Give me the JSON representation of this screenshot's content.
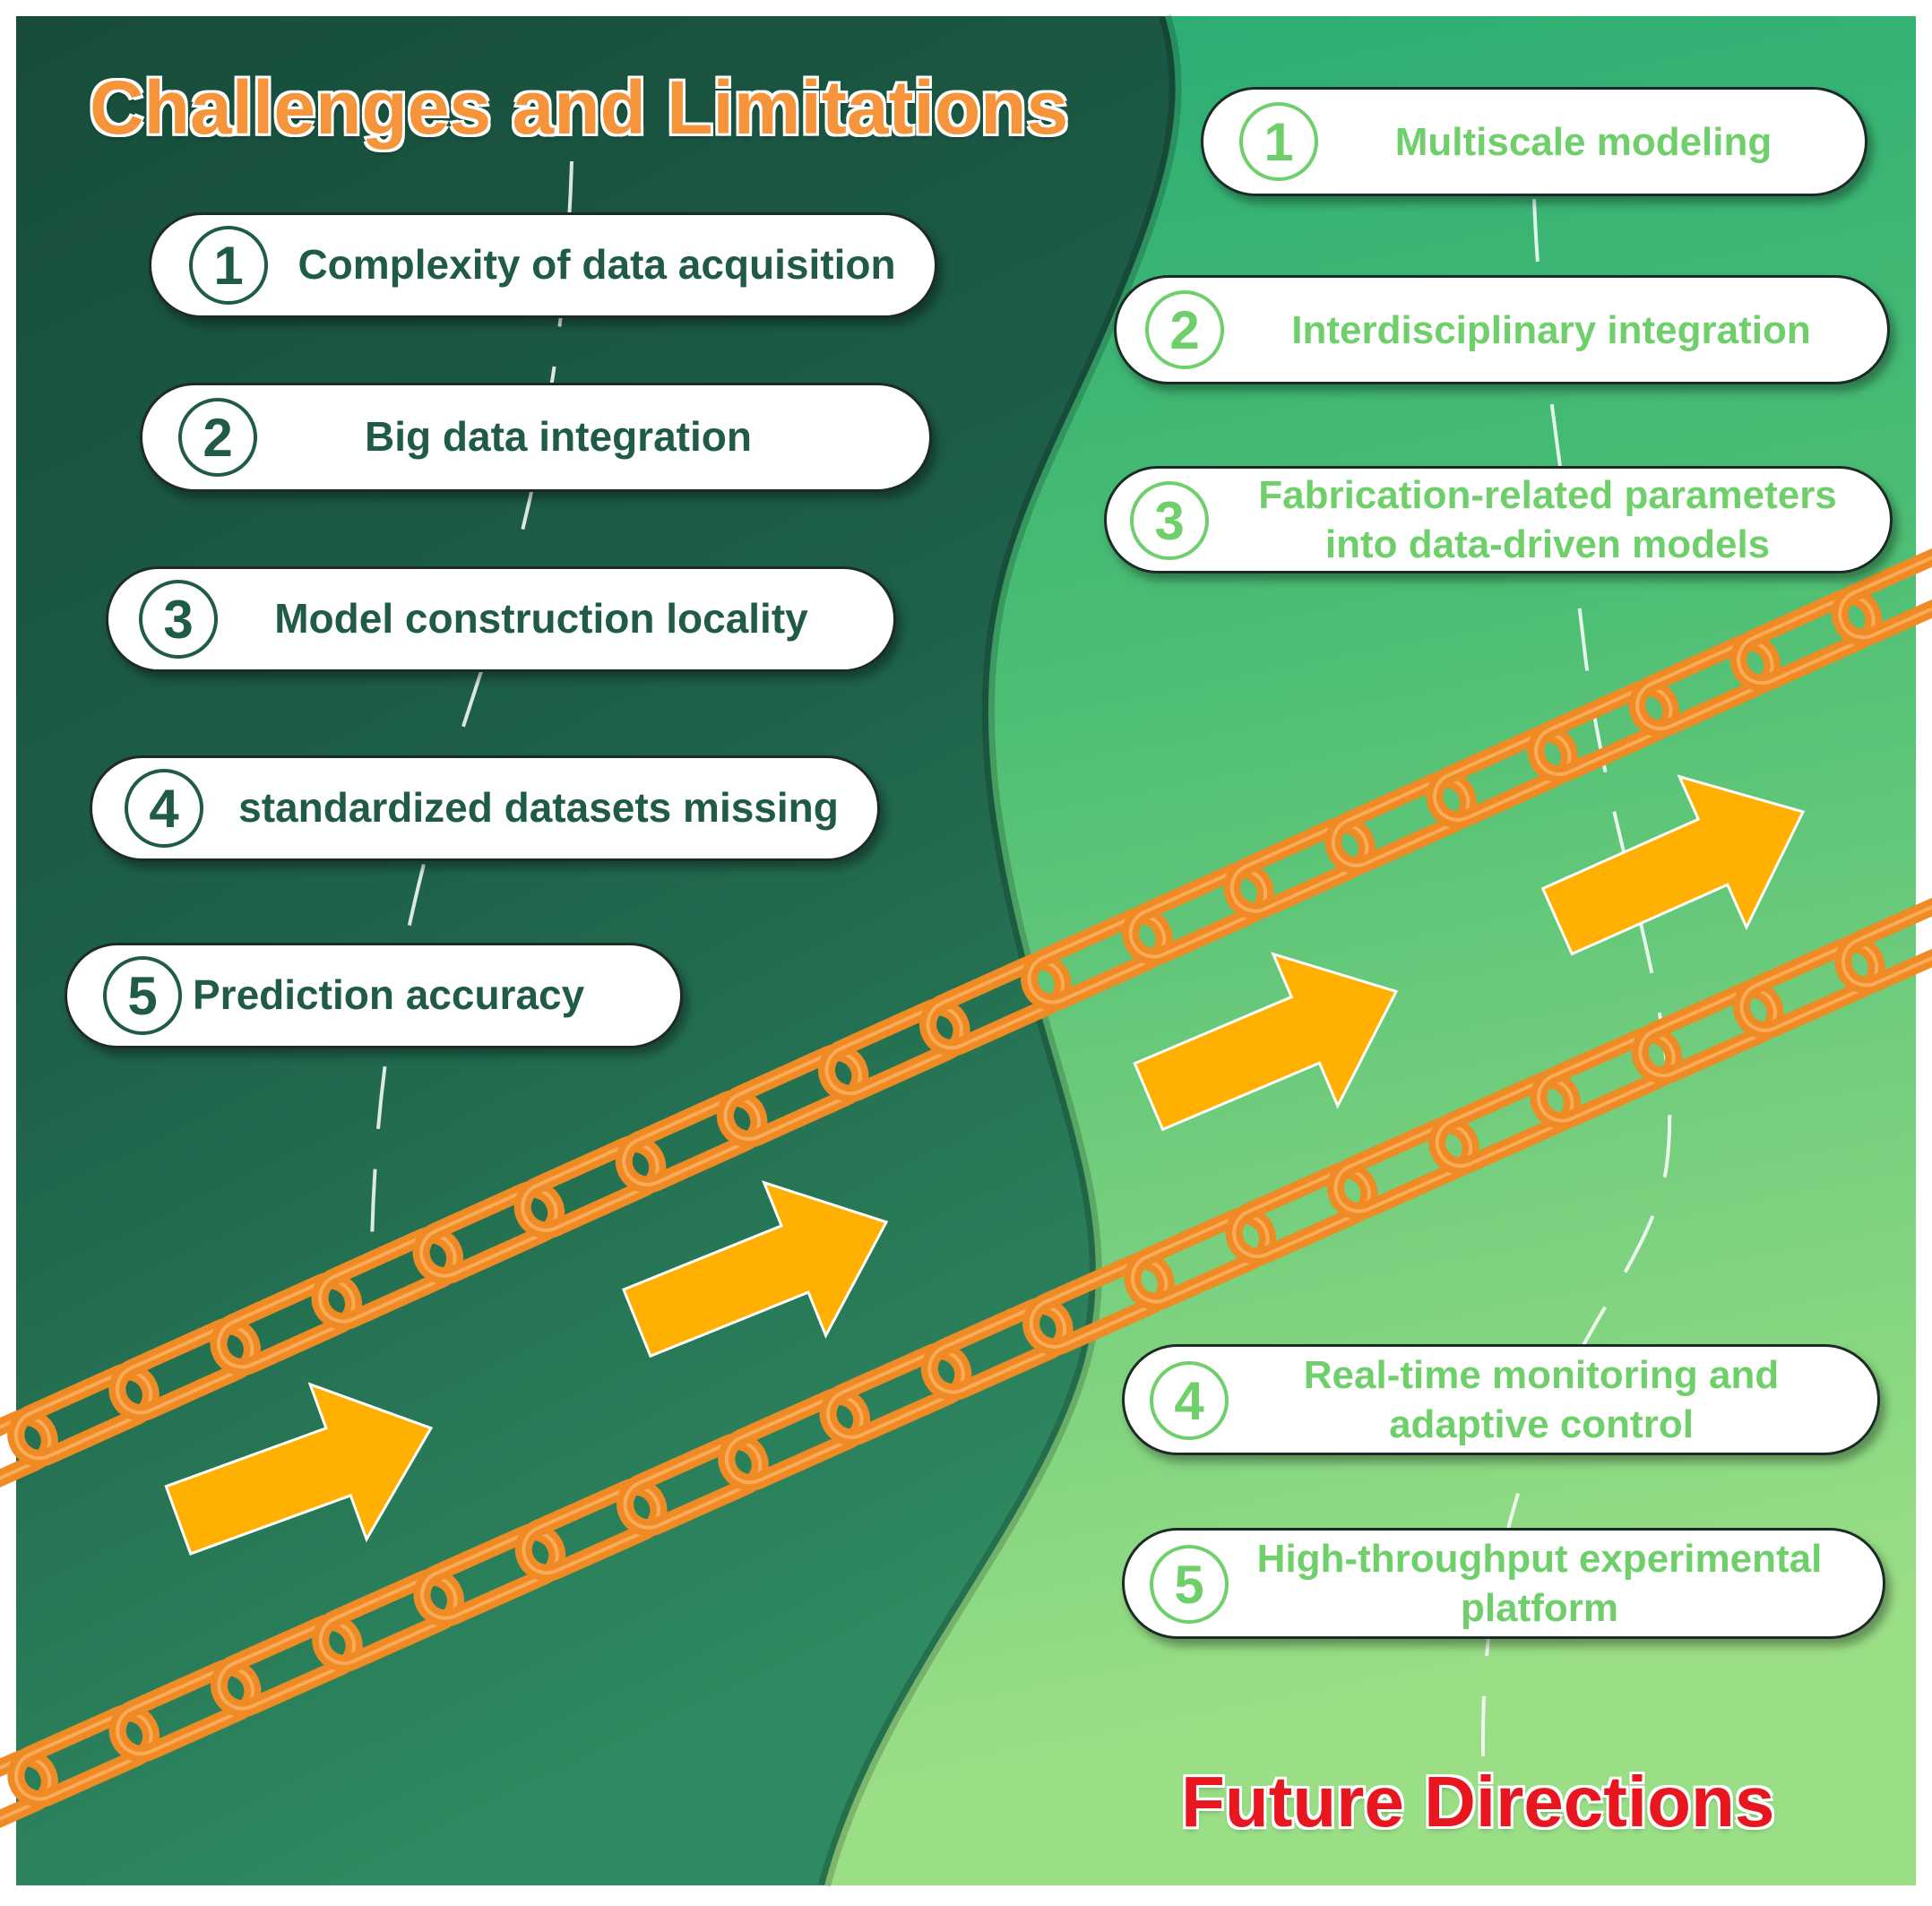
{
  "left_title": "Challenges and Limitations",
  "right_title": "Future Directions",
  "challenges": [
    {
      "num": "1",
      "text": "Complexity of data acquisition"
    },
    {
      "num": "2",
      "text": "Big data integration"
    },
    {
      "num": "3",
      "text": "Model construction locality"
    },
    {
      "num": "4",
      "text": "standardized datasets missing"
    },
    {
      "num": "5",
      "text": "Prediction accuracy"
    }
  ],
  "directions": [
    {
      "num": "1",
      "text": "Multiscale modeling"
    },
    {
      "num": "2",
      "text": "Interdisciplinary integration"
    },
    {
      "num": "3",
      "text": "Fabrication-related parameters into data-driven models"
    },
    {
      "num": "4",
      "text": "Real-time monitoring and adaptive control"
    },
    {
      "num": "5",
      "text": "High-throughput experimental platform"
    }
  ],
  "colors": {
    "left_bg_dark": "#1b5a46",
    "right_bg_light": "#8cd97e",
    "chain": "#f08a24",
    "arrow": "#ffb000",
    "left_title": "#f5943a",
    "right_title": "#e8161f",
    "left_text": "#1f5b45",
    "right_text": "#6fcf6a"
  },
  "icons": {
    "chain": "chain-icon",
    "arrow": "right-arrow-icon"
  }
}
